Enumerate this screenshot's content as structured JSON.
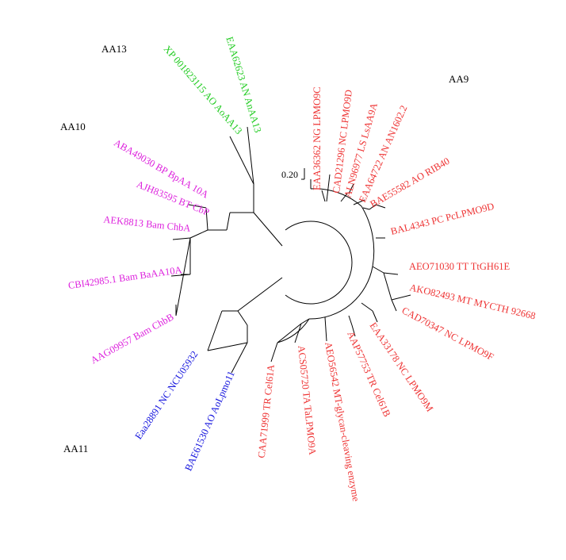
{
  "colors": {
    "aa9": "#ee3333",
    "aa10": "#dd22dd",
    "aa11": "#1111dd",
    "aa13": "#22cc22",
    "branch": "#000000"
  },
  "scale_label": "0.20",
  "groups": [
    {
      "id": "AA13",
      "label": "AA13"
    },
    {
      "id": "AA9",
      "label": "AA9"
    },
    {
      "id": "AA10",
      "label": "AA10"
    },
    {
      "id": "AA11",
      "label": "AA11"
    }
  ],
  "leaves": [
    {
      "label": "EAA36362 NG LPMO9C",
      "group": "AA9"
    },
    {
      "label": "CAD21296 NC LPMO9D",
      "group": "AA9"
    },
    {
      "label": "ALN96977 LS LsAA9A",
      "group": "AA9"
    },
    {
      "label": "EAA64722 AN AN1602.2",
      "group": "AA9"
    },
    {
      "label": "BAE55582 AO RIB40",
      "group": "AA9"
    },
    {
      "label": "BAL4343 PC PcLPMO9D",
      "group": "AA9"
    },
    {
      "label": "AEO71030 TT TtGH61E",
      "group": "AA9"
    },
    {
      "label": "AKO82493 MT MYCTH 92668",
      "group": "AA9"
    },
    {
      "label": "CAD70347 NC LPMO9F",
      "group": "AA9"
    },
    {
      "label": "EAA33178 NC LPMO9M",
      "group": "AA9"
    },
    {
      "label": "AAP57753 TR Cel61B",
      "group": "AA9"
    },
    {
      "label": "AEO56542 MT-glycan-cleaving enzyme",
      "group": "AA9"
    },
    {
      "label": "ACS05720 TA TaLPMO9A",
      "group": "AA9"
    },
    {
      "label": "CAA71999 TR Cel61A",
      "group": "AA9"
    },
    {
      "label": "BAE61530 AO AoLpmo11",
      "group": "AA11"
    },
    {
      "label": "Eaa28891 NC NCU05932",
      "group": "AA11"
    },
    {
      "label": "AAG09957 Bam ChbB",
      "group": "AA10"
    },
    {
      "label": "CBI42985.1 Bam BaAA10A",
      "group": "AA10"
    },
    {
      "label": "AEK8813 Bam ChbA",
      "group": "AA10"
    },
    {
      "label": "AJH83595 BT CbP",
      "group": "AA10"
    },
    {
      "label": "ABA49030 BP BpAA 10A",
      "group": "AA10"
    },
    {
      "label": "XP 001823115 AO AoAA13",
      "group": "AA13"
    },
    {
      "label": "EAA62623 AN AnAA13",
      "group": "AA13"
    }
  ]
}
